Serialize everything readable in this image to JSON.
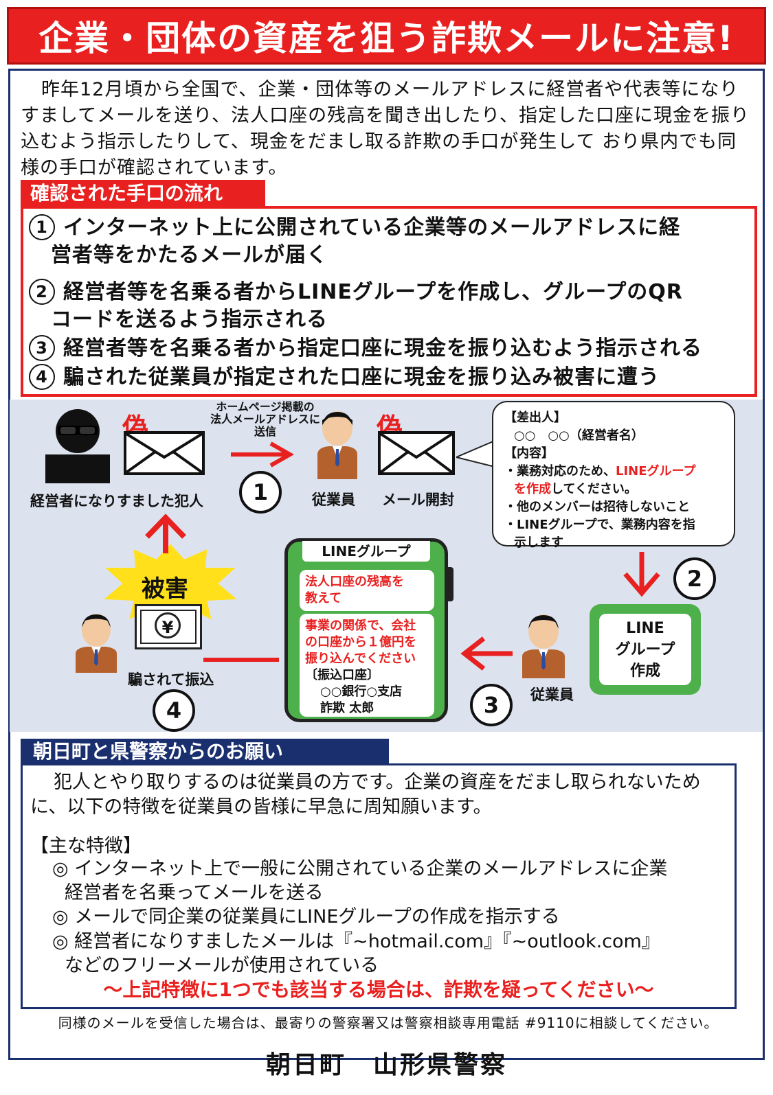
{
  "title": "企業・団体の資産を狙う詐欺メールに注意!",
  "intro": "昨年12月頃から全国で、企業・団体等のメールアドレスに経営者や代表等になりすましてメールを送り、法人口座の残高を聞き出したり、指定した口座に現金を振り込むよう指示したりして、現金をだまし取る詐欺の手口が発生して おり県内でも同様の手口が確認されています。",
  "flow": {
    "heading": "確認された手口の流れ",
    "steps": [
      {
        "num": "1",
        "line1": "インターネット上に公開されている企業等のメールアドレスに経",
        "line2": "営者等をかたるメールが届く"
      },
      {
        "num": "2",
        "line1": "経営者等を名乗る者からLINEグループを作成し、グループのQR",
        "line2": "コードを送るよう指示される"
      },
      {
        "num": "3",
        "line1": "経営者等を名乗る者から指定口座に現金を振り込むよう指示される",
        "line2": ""
      },
      {
        "num": "4",
        "line1": "騙された従業員が指定された口座に現金を振り込み被害に遭う",
        "line2": ""
      }
    ]
  },
  "diagram": {
    "fake_mark": "偽",
    "criminal_label": "経営者になりすました犯人",
    "send_caption": [
      "ホームページ掲載の",
      "法人メールアドレスに",
      "送信"
    ],
    "employee_label": "従業員",
    "mail_open_label": "メール開封",
    "bubble": {
      "sender_head": "【差出人】",
      "sender": "○○　○○（経営者名）",
      "content_head": "【内容】",
      "item1_pre": "・業務対応のため、",
      "item1_red": "LINEグループ",
      "item1_red2": "を作成",
      "item1_post": "してください。",
      "item2": "・他のメンバーは招待しないこと",
      "item3a": "・LINEグループで、業務内容を指",
      "item3b": "示します"
    },
    "line_group_label": "LINEグループ",
    "chat1": [
      "法人口座の残高を",
      "教えて"
    ],
    "chat2": [
      "事業の関係で、会社",
      "の口座から１億円を",
      "振り込んでください"
    ],
    "chat2_account_head": "〔振込口座〕",
    "chat2_bank": "○○銀行○支店",
    "chat2_name": "詐欺 太郎",
    "line_create": [
      "LINE",
      "グループ",
      "作成"
    ],
    "damage_label": "被害",
    "yen": "¥",
    "deceived_label": "騙されて振込",
    "employee_label2": "従業員",
    "nums": [
      "1",
      "2",
      "3",
      "4"
    ]
  },
  "request": {
    "heading": "朝日町と県警察からのお願い",
    "text": "犯人とやり取りするのは従業員の方です。企業の資産をだまし取られないために、以下の特徴を従業員の皆様に早急に周知願います。",
    "features_head": "【主な特徴】",
    "features": [
      {
        "line1": "◎ インターネット上で一般に公開されている企業のメールアドレスに企業",
        "line2": "経営者を名乗ってメールを送る"
      },
      {
        "line1": "◎ メールで同企業の従業員にLINEグループの作成を指示する",
        "line2": ""
      },
      {
        "line1": "◎ 経営者になりすましたメールは『~hotmail.com』『~outlook.com』",
        "line2": "などのフリーメールが使用されている"
      }
    ],
    "warning": "～上記特徴に1つでも該当する場合は、詐欺を疑ってください～"
  },
  "footer_note": "同様のメールを受信した場合は、最寄りの警察署又は警察相談専用電話 #9110に相談してください。",
  "organization": "朝日町　山形県警察",
  "colors": {
    "red": "#e8201f",
    "navy": "#1a2f6e",
    "line_green": "#4db04a",
    "diagram_bg": "#dce3ef",
    "damage_yellow": "#ffe01a"
  }
}
